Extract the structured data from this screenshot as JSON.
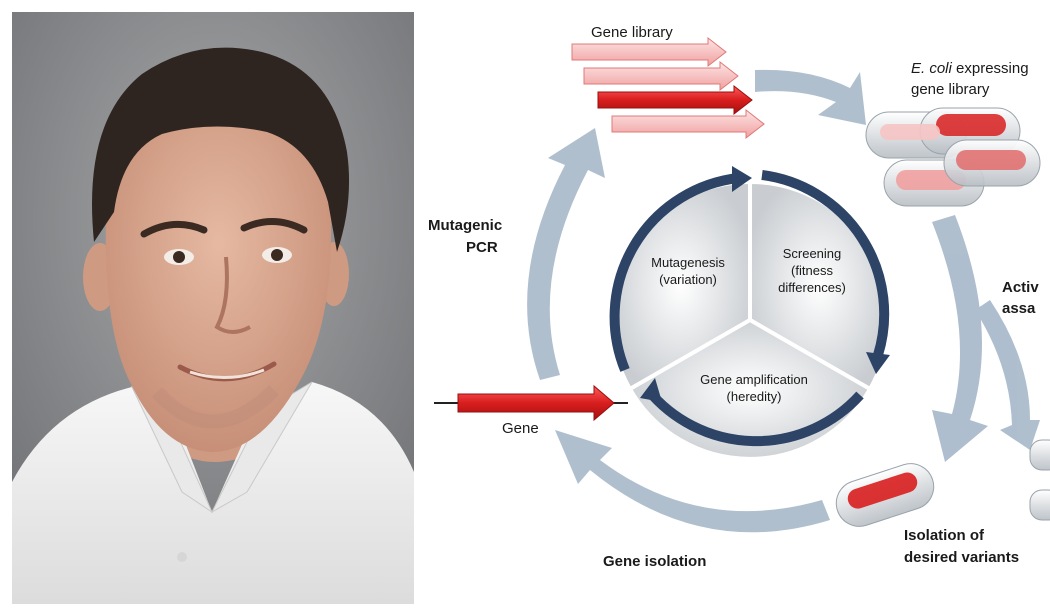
{
  "labels": {
    "gene_library": "Gene library",
    "ecoli_italic": "E. coli",
    "ecoli_rest": " expressing",
    "gene_library_2": "gene library",
    "activity_1": "Activ",
    "activity_2": "assa",
    "mutagenic_1": "Mutagenic",
    "mutagenic_2": "PCR",
    "gene": "Gene",
    "gene_isolation": "Gene isolation",
    "isolation_1": "Isolation of",
    "isolation_2": "desired variants"
  },
  "cycle": {
    "mutagenesis_1": "Mutagenesis",
    "mutagenesis_2": "(variation)",
    "screening_1": "Screening",
    "screening_2": "(fitness",
    "screening_3": "differences)",
    "amplification_1": "Gene amplification",
    "amplification_2": "(heredity)"
  },
  "colors": {
    "red": "#d81e1e",
    "pale_red": "#f0a0a0",
    "blue_grey": "#9fb4c8",
    "navy": "#2d4466"
  }
}
